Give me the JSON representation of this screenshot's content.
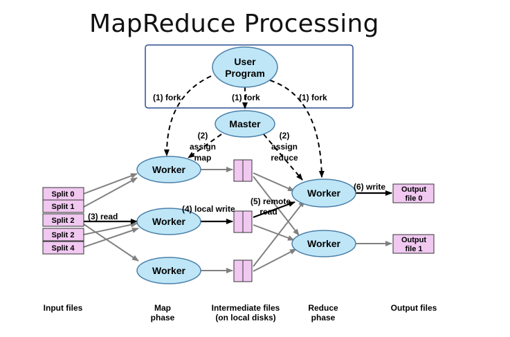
{
  "title": "MapReduce Processing",
  "nodes": {
    "user_program": [
      "User",
      "Program"
    ],
    "master": "Master",
    "worker": "Worker"
  },
  "splits": [
    "Split 0",
    "Split 1",
    "Split 2",
    "Split 2",
    "Split 4"
  ],
  "outputs": [
    [
      "Output",
      "file 0"
    ],
    [
      "Output",
      "file 1"
    ]
  ],
  "edge_labels": {
    "fork": "(1) fork",
    "assign_map": [
      "(2)",
      "assign",
      "map"
    ],
    "assign_reduce": [
      "(2)",
      "assign",
      "reduce"
    ],
    "read": "(3) read",
    "local_write": "(4) local write",
    "remote_read": [
      "(5) remote",
      "read"
    ],
    "write": "(6) write"
  },
  "phases": {
    "input": [
      "Input files"
    ],
    "map": [
      "Map",
      "phase"
    ],
    "intermediate": [
      "Intermediate files",
      "(on local disks)"
    ],
    "reduce": [
      "Reduce",
      "phase"
    ],
    "output": [
      "Output files"
    ]
  },
  "colors": {
    "node_fill": "#bfe6f7",
    "node_stroke": "#4a7fa8",
    "box_fill": "#f0c8f0",
    "box_stroke": "#333333",
    "frame": "#2a4f8f",
    "gray_arrow": "#808080"
  }
}
